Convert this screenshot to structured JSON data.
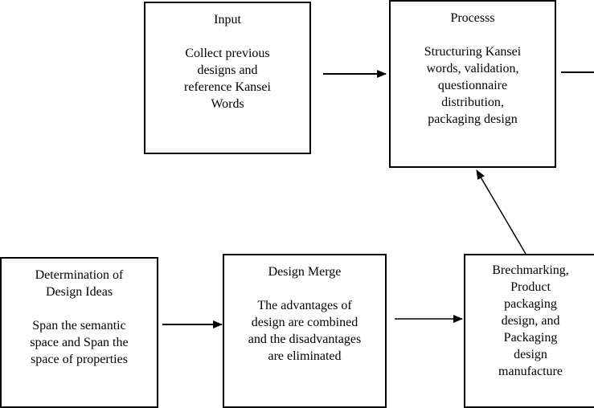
{
  "diagram": {
    "nodes": {
      "input": {
        "title": "Input",
        "body": "Collect previous\ndesigns and\nreference Kansei\nWords"
      },
      "process": {
        "title": "Processs",
        "body": "Structuring Kansei\nwords, validation,\nquestionnaire\ndistribution,\npackaging design"
      },
      "ideas": {
        "title": "Determination of\nDesign Ideas",
        "body": "Span the semantic\nspace and Span the\nspace of properties"
      },
      "merge": {
        "title": "Design Merge",
        "body": "The advantages of\ndesign are combined\nand the disadvantages\nare eliminated"
      },
      "bench": {
        "title": "",
        "body": "Brechmarking,\nProduct\npackaging\ndesign, and\nPackaging\ndesign\nmanufacture"
      }
    },
    "edges": [
      {
        "from": "input",
        "to": "process"
      },
      {
        "from": "process",
        "to": "offscreen-right"
      },
      {
        "from": "ideas",
        "to": "merge"
      },
      {
        "from": "merge",
        "to": "bench"
      },
      {
        "from": "bench",
        "to": "process"
      }
    ]
  }
}
